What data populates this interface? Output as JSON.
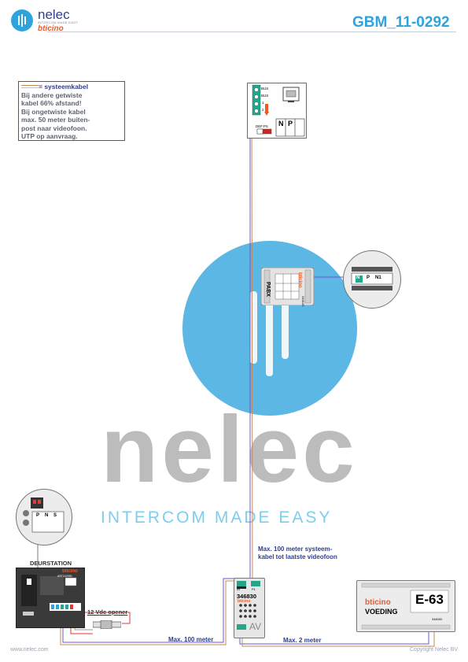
{
  "header": {
    "logo_name": "nelec",
    "logo_tagline": "INTERCOM MADE EASY",
    "logo_brand": "bticino",
    "doc_code": "GBM_11-0292"
  },
  "legend": {
    "title": "= systeemkabel",
    "lines": [
      "Bij andere getwiste",
      "kabel 66% afstand!",
      "Bij ongetwiste kabel",
      "max. 50 meter buiten-",
      "post naar videofoon.",
      "UTP op aanvraag."
    ]
  },
  "monitor": {
    "terminals": [
      "BUS",
      "BUS",
      "1",
      "2"
    ],
    "fetch_label": "DEF.PS",
    "slot_labels": [
      "N",
      "P"
    ]
  },
  "pabx": {
    "label": "PABX",
    "brand": "bticino",
    "code": "346100",
    "zoom_labels": [
      "N",
      "P",
      "N1"
    ]
  },
  "watermark": {
    "text": "nelec",
    "tagline": "INTERCOM MADE EASY"
  },
  "door": {
    "title": "DEURSTATION",
    "brand": "bticino",
    "model": "ART342550",
    "zoom_labels": [
      "P",
      "N",
      "S"
    ],
    "opener_label": "12 Vdc opener"
  },
  "interface": {
    "code": "346830",
    "brand": "bticino",
    "label": "AV",
    "in_label": "IN",
    "p1_label": "P1"
  },
  "supply": {
    "brand": "bticino",
    "model": "E-63",
    "name": "VOEDING",
    "code": "346000"
  },
  "annotations": {
    "max_bus": "Max. 100 meter systeem-\nkabel tot laatste videofoon",
    "max_100": "Max. 100 meter",
    "max_2": "Max. 2 meter"
  },
  "footer": {
    "website": "www.nelec.com",
    "copyright": "Copyright Nelec BV"
  },
  "colors": {
    "brand_blue": "#2ea3dc",
    "dark_blue": "#2f3f8f",
    "bticino_orange": "#f05a28",
    "wire_purple": "#6a5acd",
    "wire_brown": "#c58a5a",
    "wire_red": "#e53935"
  }
}
